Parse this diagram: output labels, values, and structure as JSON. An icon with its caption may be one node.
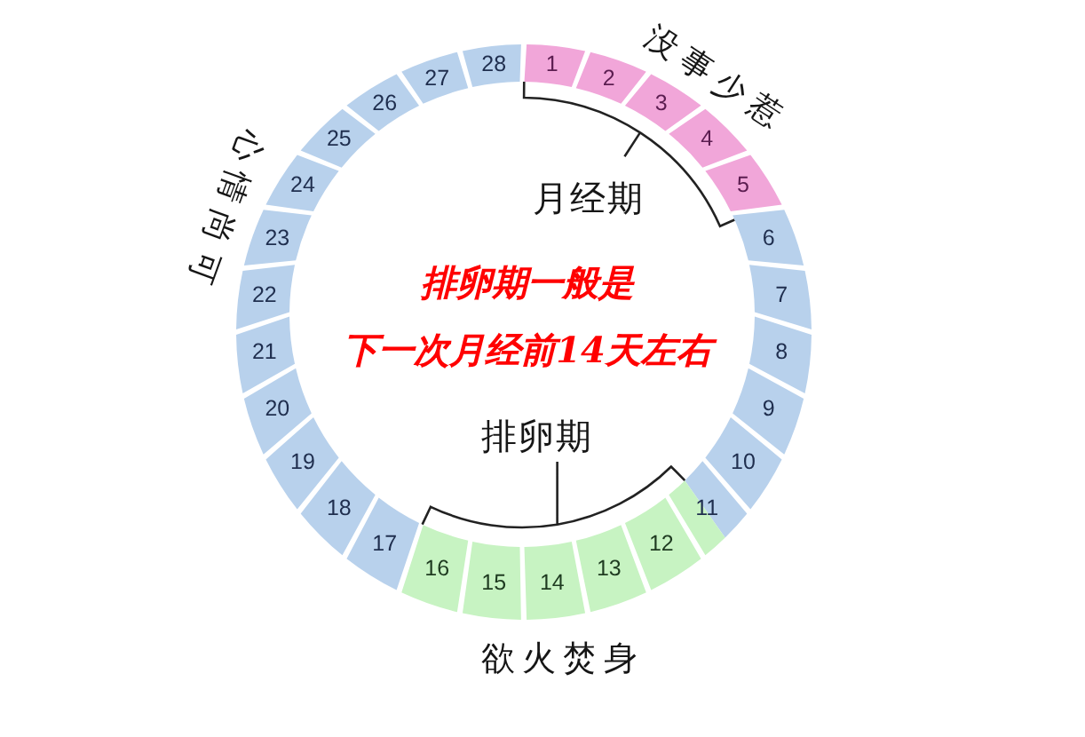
{
  "diagram": {
    "nodes": [
      {
        "text": [
          "1"
        ]
      },
      {
        "text": [
          "2"
        ]
      },
      {
        "text": [
          "3"
        ]
      },
      {
        "text": [
          "4"
        ]
      },
      {
        "text": [
          "5"
        ]
      },
      {
        "text": [
          "6"
        ]
      },
      {
        "text": [
          "7"
        ]
      },
      {
        "text": [
          "8"
        ]
      },
      {
        "text": [
          "9"
        ]
      },
      {
        "text": [
          "10"
        ]
      },
      {
        "text": [
          "11"
        ]
      },
      {
        "text": [
          "12"
        ]
      },
      {
        "text": [
          "13"
        ]
      },
      {
        "text": [
          "14"
        ]
      },
      {
        "text": [
          "15"
        ]
      },
      {
        "text": [
          "16"
        ]
      },
      {
        "text": [
          "17"
        ]
      },
      {
        "text": [
          "18"
        ]
      },
      {
        "text": [
          "19"
        ]
      },
      {
        "text": [
          "20"
        ]
      },
      {
        "text": [
          "21"
        ]
      },
      {
        "text": [
          "22"
        ]
      },
      {
        "text": [
          "23"
        ]
      },
      {
        "text": [
          "24"
        ]
      },
      {
        "text": [
          "25"
        ]
      },
      {
        "text": [
          "26"
        ]
      },
      {
        "text": [
          "27"
        ]
      },
      {
        "text": [
          "28"
        ]
      }
    ],
    "labels": [
      "没事少惹",
      "心情尚可",
      "月经期",
      "排卵期一般是下一次月经前14天左右",
      "排卵期",
      "欲火焚身"
    ]
  }
}
